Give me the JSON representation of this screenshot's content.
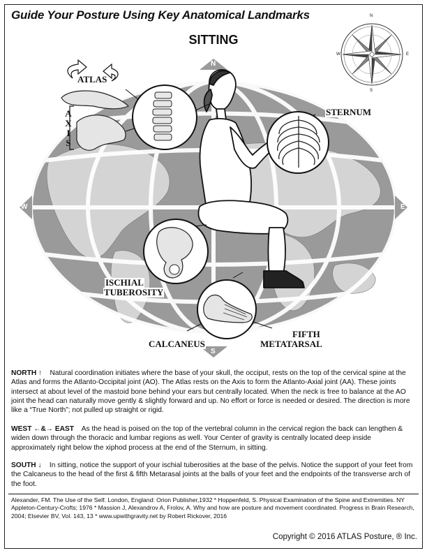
{
  "header": {
    "title": "Guide Your Posture Using Key Anatomical Landmarks",
    "subtitle": "SITTING"
  },
  "compass": {
    "n": "N",
    "s": "S",
    "e": "E",
    "w": "W"
  },
  "globe_directions": {
    "north": "N",
    "south": "S",
    "east": "E",
    "west": "W"
  },
  "labels": {
    "atlas": "ATLAS",
    "axis": [
      "A",
      "X",
      "I",
      "S"
    ],
    "sternum": "STERNUM",
    "ischial_line1": "ISCHIAL",
    "ischial_line2": "TUBEROSITY",
    "calcaneus": "CALCANEUS",
    "fifth_line1": "FIFTH",
    "fifth_line2": "METATARSAL"
  },
  "paragraphs": {
    "north": {
      "lead": "NORTH ↑",
      "text": "Natural coordination initiates where the base of your skull, the occiput, rests on the top of the cervical spine at the Atlas and forms the Atlanto-Occipital joint (AO). The Atlas rests on the Axis to form the Atlanto-Axial joint (AA). These joints intersect at about level of the mastoid bone behind your ears but centrally located. When the neck is free to balance at the AO joint the head can naturally move gently & slightly forward and up. No effort or force is needed or desired. The direction is more like a “True North”; not pulled up straight or rigid."
    },
    "west_east": {
      "lead": "WEST ←&→ EAST",
      "text": "As the head is poised on the top of the vertebral column in the cervical region the back can lengthen & widen down through the thoracic and lumbar regions as well. Your Center of gravity is centrally located deep inside approximately right below the xiphod process at the end of the Sternum, in sitting."
    },
    "south": {
      "lead": "SOUTH ↓",
      "text": "In sitting, notice the support of your ischial tuberosities at the base of the pelvis. Notice the support of your feet from the Calcaneus to the head of the first & fifth Metarasal joints at the balls of your feet and the endpoints of the transverse arch of the foot."
    }
  },
  "references": "Alexander, FM. The Use of the Self. London, England: Orion Publisher,1932 * Hoppenfeld, S. Physical Examination of the Spine and Extremities. NY Appleton-Century-Crofts; 1976 * Massion J, Alexandrov A, Frolov, A. Why and how are posture and movement coordinated. Progress in Brain Research, 2004; Elsevier BV, Vol. 143, 13 * www.upwithgravity.net by Robert Rickover, 2016",
  "copyright": "Copyright © 2016 ATLAS Posture, ® Inc.",
  "colors": {
    "globe": "#9a9a9a",
    "ink": "#111111",
    "background": "#ffffff"
  }
}
